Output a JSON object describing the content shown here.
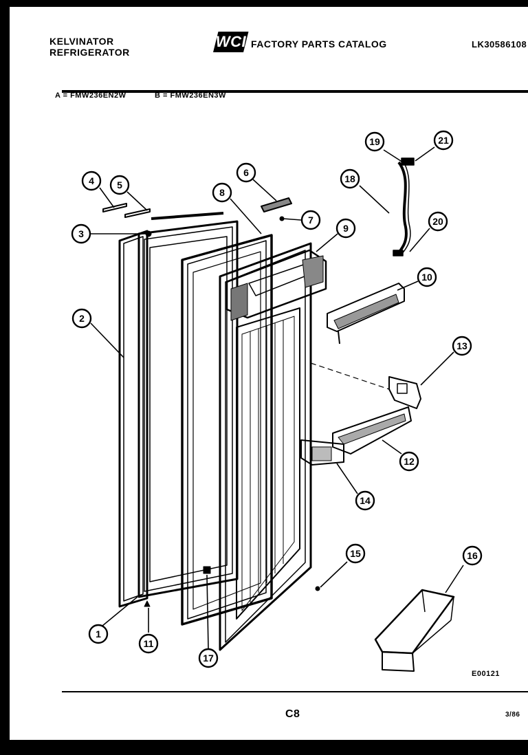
{
  "header": {
    "brand_line1": "KELVINATOR",
    "brand_line2": "REFRIGERATOR",
    "logo_text": "WCI",
    "catalog_title": "FACTORY PARTS CATALOG",
    "doc_id": "LK30586108"
  },
  "models": {
    "a": "A = FMW236EN2W",
    "b": "B = FMW236EN3W"
  },
  "callouts": [
    "1",
    "2",
    "3",
    "4",
    "5",
    "6",
    "6",
    "7",
    "8",
    "9",
    "10",
    "11",
    "12",
    "13",
    "14",
    "15",
    "16",
    "17",
    "18",
    "19",
    "20",
    "21"
  ],
  "footer": {
    "diagram_code": "E00121",
    "page_code": "C8",
    "date_code": "3/86"
  }
}
